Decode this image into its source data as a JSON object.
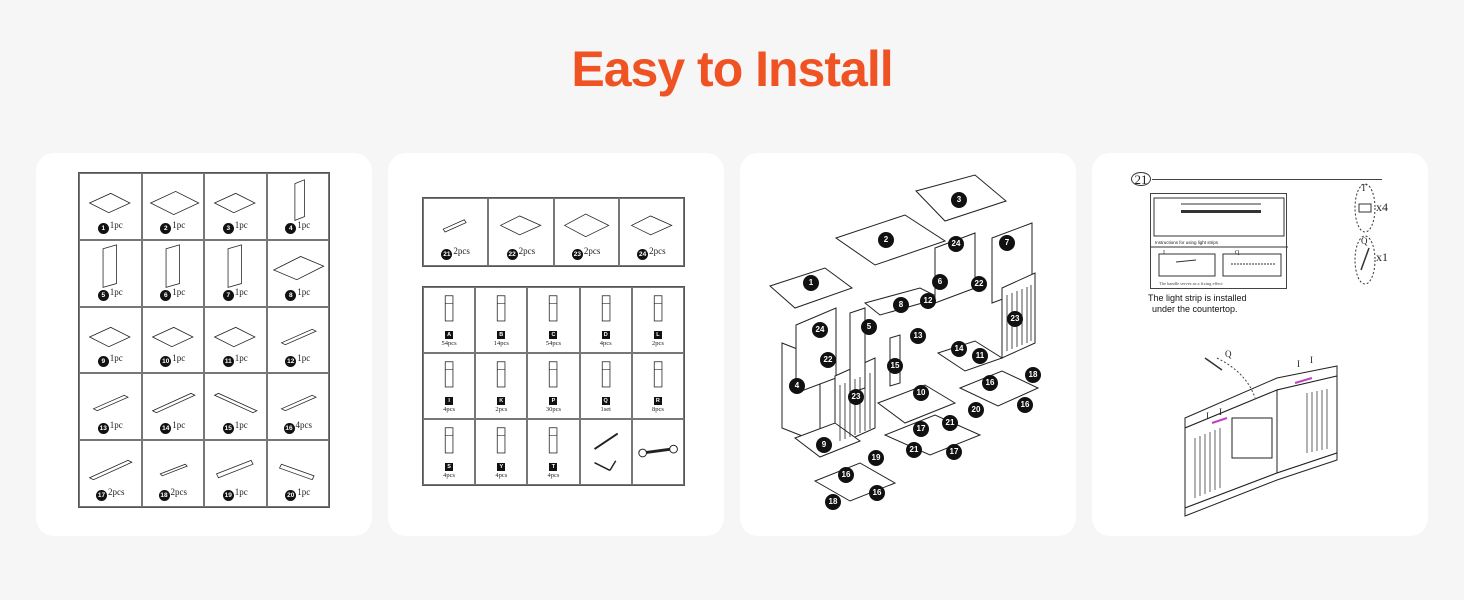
{
  "title": "Easy to Install",
  "panels": {
    "parts": {
      "items": [
        {
          "num": "1",
          "qty": "1pc"
        },
        {
          "num": "2",
          "qty": "1pc"
        },
        {
          "num": "3",
          "qty": "1pc"
        },
        {
          "num": "4",
          "qty": "1pc"
        },
        {
          "num": "5",
          "qty": "1pc"
        },
        {
          "num": "6",
          "qty": "1pc"
        },
        {
          "num": "7",
          "qty": "1pc"
        },
        {
          "num": "8",
          "qty": "1pc"
        },
        {
          "num": "9",
          "qty": "1pc"
        },
        {
          "num": "10",
          "qty": "1pc"
        },
        {
          "num": "11",
          "qty": "1pc"
        },
        {
          "num": "12",
          "qty": "1pc"
        },
        {
          "num": "13",
          "qty": "1pc"
        },
        {
          "num": "14",
          "qty": "1pc"
        },
        {
          "num": "15",
          "qty": "1pc"
        },
        {
          "num": "16",
          "qty": "4pcs"
        },
        {
          "num": "17",
          "qty": "2pcs"
        },
        {
          "num": "18",
          "qty": "2pcs"
        },
        {
          "num": "19",
          "qty": "1pc"
        },
        {
          "num": "20",
          "qty": "1pc"
        }
      ]
    },
    "hardware": {
      "top_items": [
        {
          "num": "21",
          "qty": "2pcs"
        },
        {
          "num": "22",
          "qty": "2pcs"
        },
        {
          "num": "23",
          "qty": "2pcs"
        },
        {
          "num": "24",
          "qty": "2pcs"
        }
      ],
      "items": [
        {
          "letter": "A",
          "qty": "54pcs"
        },
        {
          "letter": "B",
          "qty": "14pcs"
        },
        {
          "letter": "C",
          "qty": "54pcs"
        },
        {
          "letter": "D",
          "qty": "4pcs"
        },
        {
          "letter": "L",
          "qty": "2pcs"
        },
        {
          "letter": "I",
          "qty": "4pcs"
        },
        {
          "letter": "K",
          "qty": "2pcs"
        },
        {
          "letter": "P",
          "qty": "30pcs"
        },
        {
          "letter": "Q",
          "qty": "1set"
        },
        {
          "letter": "R",
          "qty": "8pcs"
        },
        {
          "letter": "S",
          "qty": "4pcs"
        },
        {
          "letter": "Y",
          "qty": "4pcs"
        },
        {
          "letter": "T",
          "qty": "4pcs"
        },
        {
          "letter": "",
          "qty": ""
        },
        {
          "letter": "",
          "qty": ""
        }
      ]
    },
    "exploded": {
      "callouts": [
        "3",
        "2",
        "24",
        "7",
        "1",
        "6",
        "22",
        "8",
        "12",
        "23",
        "24",
        "5",
        "13",
        "14",
        "11",
        "22",
        "4",
        "15",
        "23",
        "10",
        "16",
        "18",
        "20",
        "16",
        "17",
        "21",
        "9",
        "21",
        "17",
        "19",
        "16",
        "16",
        "18"
      ]
    },
    "lighting": {
      "step": "21",
      "instr_title": "Instructions for using light strips",
      "instr_letters": [
        "I",
        "Q"
      ],
      "instr_footer": "The handle serves as a fixing effect",
      "note_line1": "The light strip is installed",
      "note_line2": "under the countertop.",
      "t_letter": "T",
      "t_qty": "x4",
      "q_letter": "Q",
      "q_qty": "x1",
      "console_letters": [
        "Q",
        "I",
        "I",
        "I",
        "I"
      ]
    }
  }
}
